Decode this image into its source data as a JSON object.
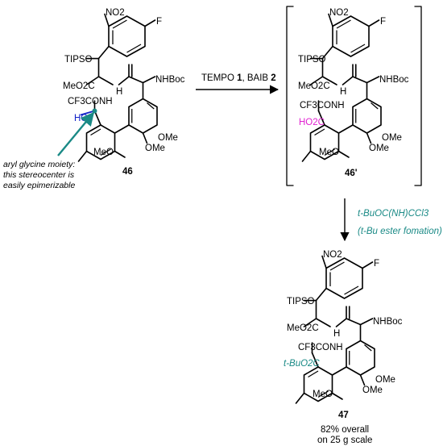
{
  "compounds": {
    "c46": {
      "number": "46",
      "groups": {
        "nitro": "NO2",
        "fluoro": "F",
        "tipso": "TIPSO",
        "ester": "MeO2C",
        "amide_nh": "H",
        "nhboc": "NHBoc",
        "cf3conh": "CF3CONH",
        "hydroxyl": "HO",
        "ome_1": "OMe",
        "ome_2": "OMe",
        "meo": "MeO"
      }
    },
    "c46p": {
      "number": "46'",
      "groups": {
        "nitro": "NO2",
        "fluoro": "F",
        "tipso": "TIPSO",
        "ester": "MeO2C",
        "amide_nh": "H",
        "nhboc": "NHBoc",
        "cf3conh": "CF3CONH",
        "acid": "HO2C",
        "ome_1": "OMe",
        "ome_2": "OMe",
        "meo": "MeO"
      }
    },
    "c47": {
      "number": "47",
      "groups": {
        "nitro": "NO2",
        "fluoro": "F",
        "tipso": "TIPSO",
        "ester": "MeO2C",
        "amide_nh": "H",
        "nhboc": "NHBoc",
        "cf3conh": "CF3CONH",
        "tbu_ester": "t-BuO2C",
        "ome_1": "OMe",
        "ome_2": "OMe",
        "meo": "MeO"
      },
      "yield_line1": "82% overall",
      "yield_line2": "on 25 g scale"
    }
  },
  "arrows": {
    "step1": {
      "reagent_prefix": "TEMPO ",
      "reagent_num1": "1",
      "reagent_mid": ", BAIB ",
      "reagent_num2": "2"
    },
    "step2": {
      "reagent": "t-BuOC(NH)CCl3",
      "note": "(t-Bu ester fomation)"
    }
  },
  "annotation": {
    "line1": "aryl glycine moiety:",
    "line2": "this stereocenter is",
    "line3": "easily epimerizable"
  },
  "colors": {
    "teal": "#1a8a86",
    "magenta": "#e020d0",
    "blue": "#1020c8"
  }
}
